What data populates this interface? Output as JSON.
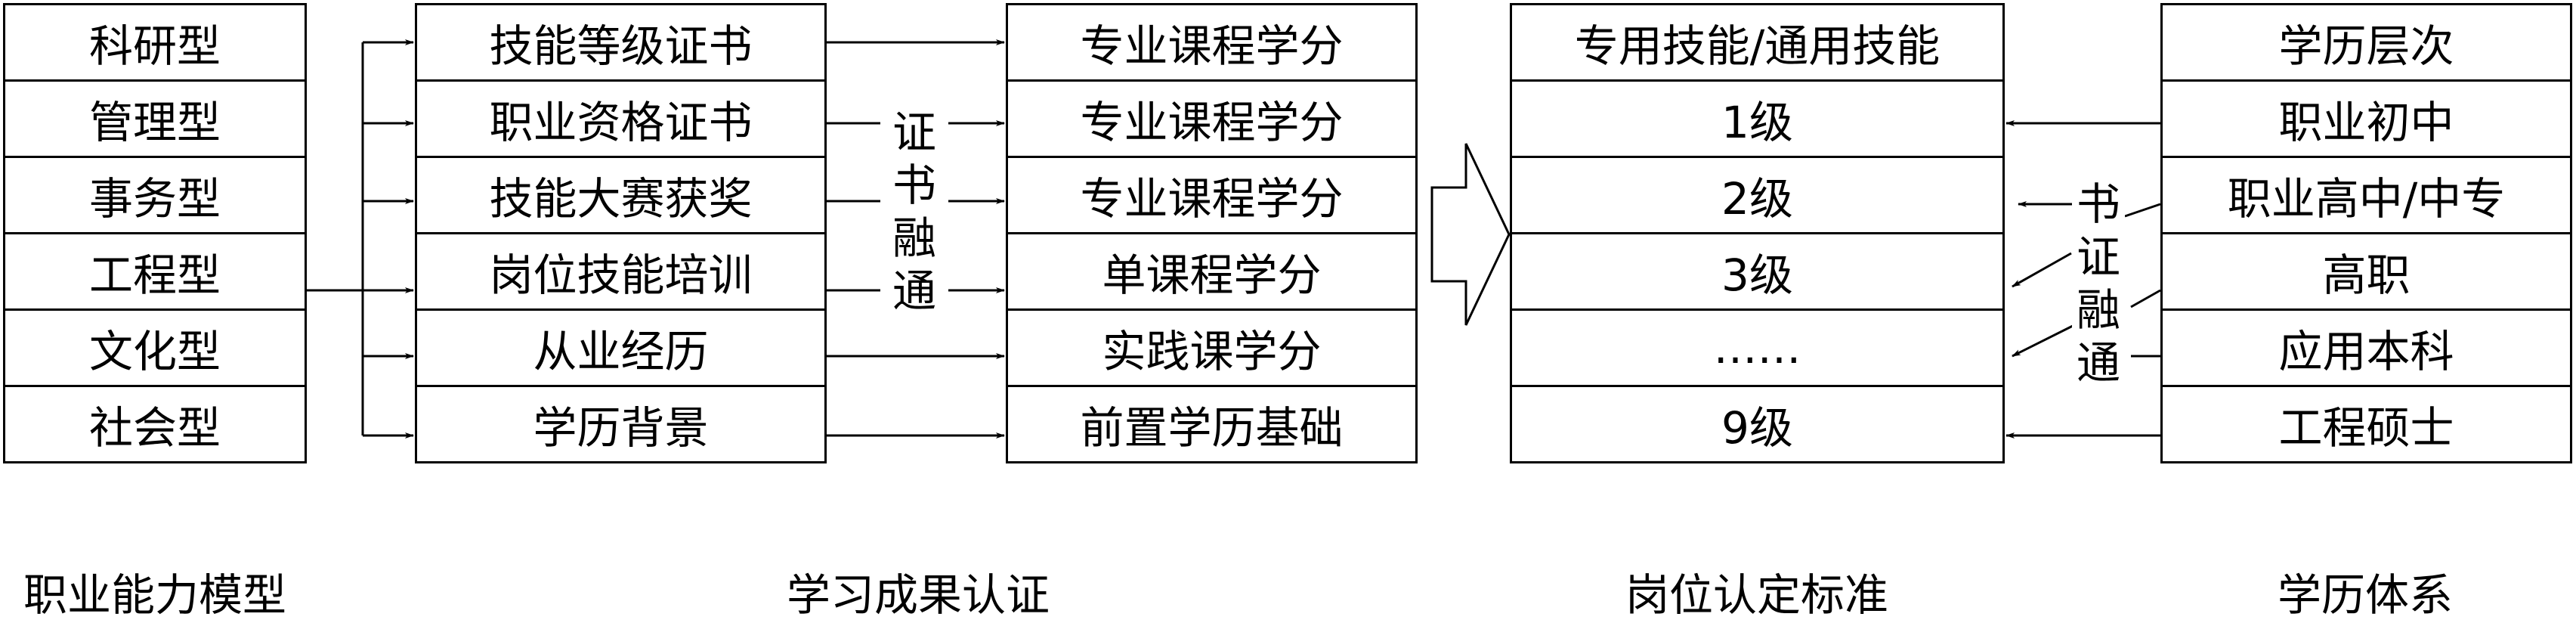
{
  "model": {
    "items": [
      "科研型",
      "管理型",
      "事务型",
      "工程型",
      "文化型",
      "社会型"
    ],
    "caption": "职业能力模型"
  },
  "certification": {
    "items": [
      "技能等级证书",
      "职业资格证书",
      "技能大赛获奖",
      "岗位技能培训",
      "从业经历",
      "学历背景"
    ],
    "caption": "学习成果认证"
  },
  "credits": {
    "items": [
      "专业课程学分",
      "专业课程学分",
      "专业课程学分",
      "单课程学分",
      "实践课学分",
      "前置学历基础"
    ]
  },
  "fusion_left": [
    "证",
    "书",
    "融",
    "通"
  ],
  "standard": {
    "items": [
      "专用技能/通用技能",
      "1级",
      "2级",
      "3级",
      "……",
      "9级"
    ],
    "caption": "岗位认定标准"
  },
  "fusion_right": [
    "书",
    "证",
    "融",
    "通"
  ],
  "education": {
    "items": [
      "学历层次",
      "职业初中",
      "职业高中/中专",
      "高职",
      "应用本科",
      "工程硕士"
    ],
    "caption": "学历体系"
  }
}
